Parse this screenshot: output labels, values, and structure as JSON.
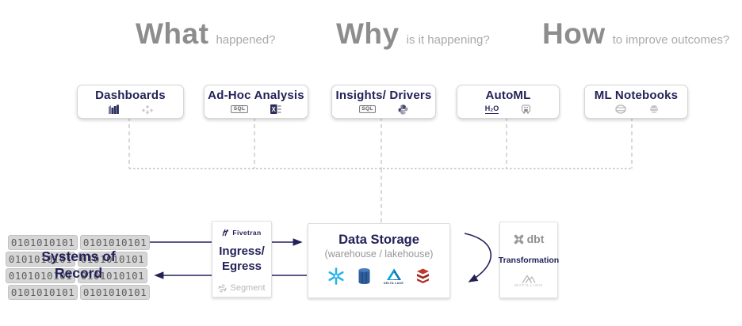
{
  "headers": [
    {
      "big": "What",
      "small": "happened?"
    },
    {
      "big": "Why",
      "small": "is it happening?"
    },
    {
      "big": "How",
      "small": "to improve outcomes?"
    }
  ],
  "analytics": [
    {
      "title": "Dashboards"
    },
    {
      "title": "Ad-Hoc Analysis",
      "sql_label": "SQL",
      "excel_letter": "X"
    },
    {
      "title": "Insights/ Drivers",
      "sql_label": "SQL"
    },
    {
      "title": "AutoML",
      "h2o_label": "H₂O"
    },
    {
      "title": "ML Notebooks"
    }
  ],
  "systems_of_record": {
    "label_line1": "Systems of",
    "label_line2": "Record",
    "binary": "0101010101"
  },
  "ingress": {
    "vendor_top": "Fivetran",
    "title_line1": "Ingress/",
    "title_line2": "Egress",
    "vendor_bottom": "Segment"
  },
  "storage": {
    "title": "Data Storage",
    "subtitle": "(warehouse / lakehouse)",
    "delta_label": "DELTA LAKE"
  },
  "transformation": {
    "vendor_top": "dbt",
    "title": "Transformation",
    "vendor_bottom": "MATILLION"
  },
  "colors": {
    "navy": "#232158",
    "heading_gray": "#8d8d8d",
    "snowflake_blue": "#29b5e8",
    "databricks_red": "#b3302a",
    "line_gray": "#bdbdbd"
  }
}
